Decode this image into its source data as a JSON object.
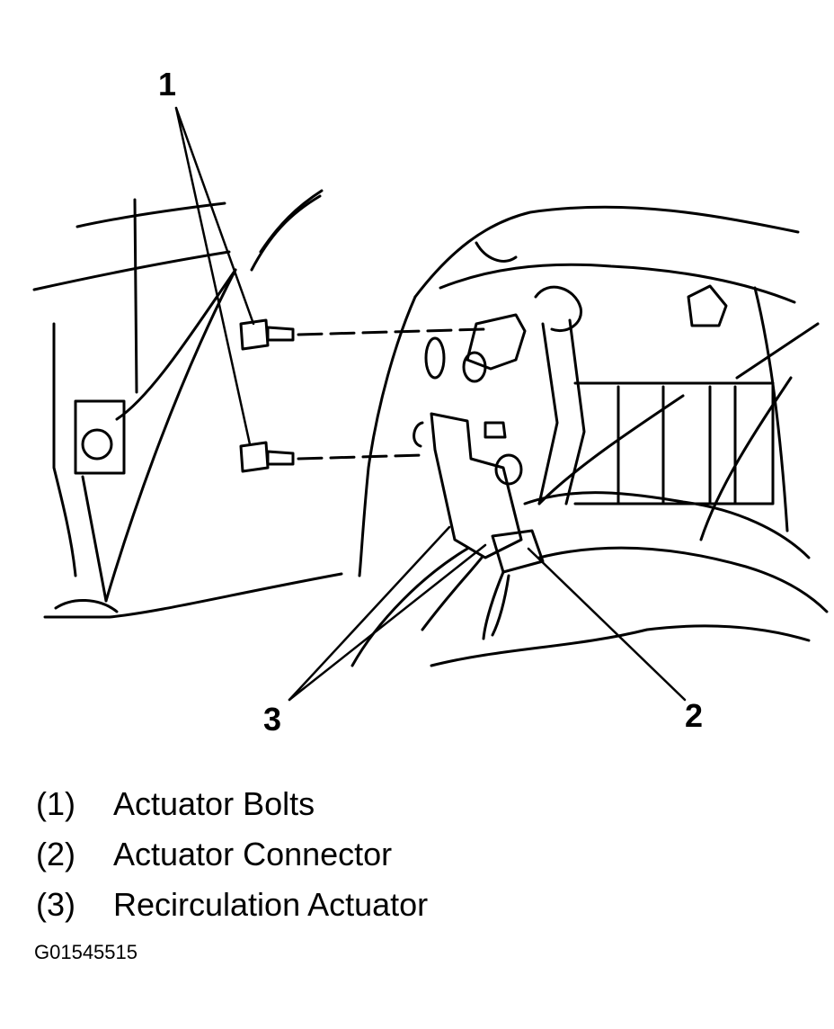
{
  "callouts": {
    "c1": "1",
    "c2": "2",
    "c3": "3"
  },
  "legend": [
    {
      "num": "(1)",
      "label": "Actuator Bolts"
    },
    {
      "num": "(2)",
      "label": "Actuator Connector"
    },
    {
      "num": "(3)",
      "label": "Recirculation Actuator"
    }
  ],
  "figure_id": "G01545515"
}
